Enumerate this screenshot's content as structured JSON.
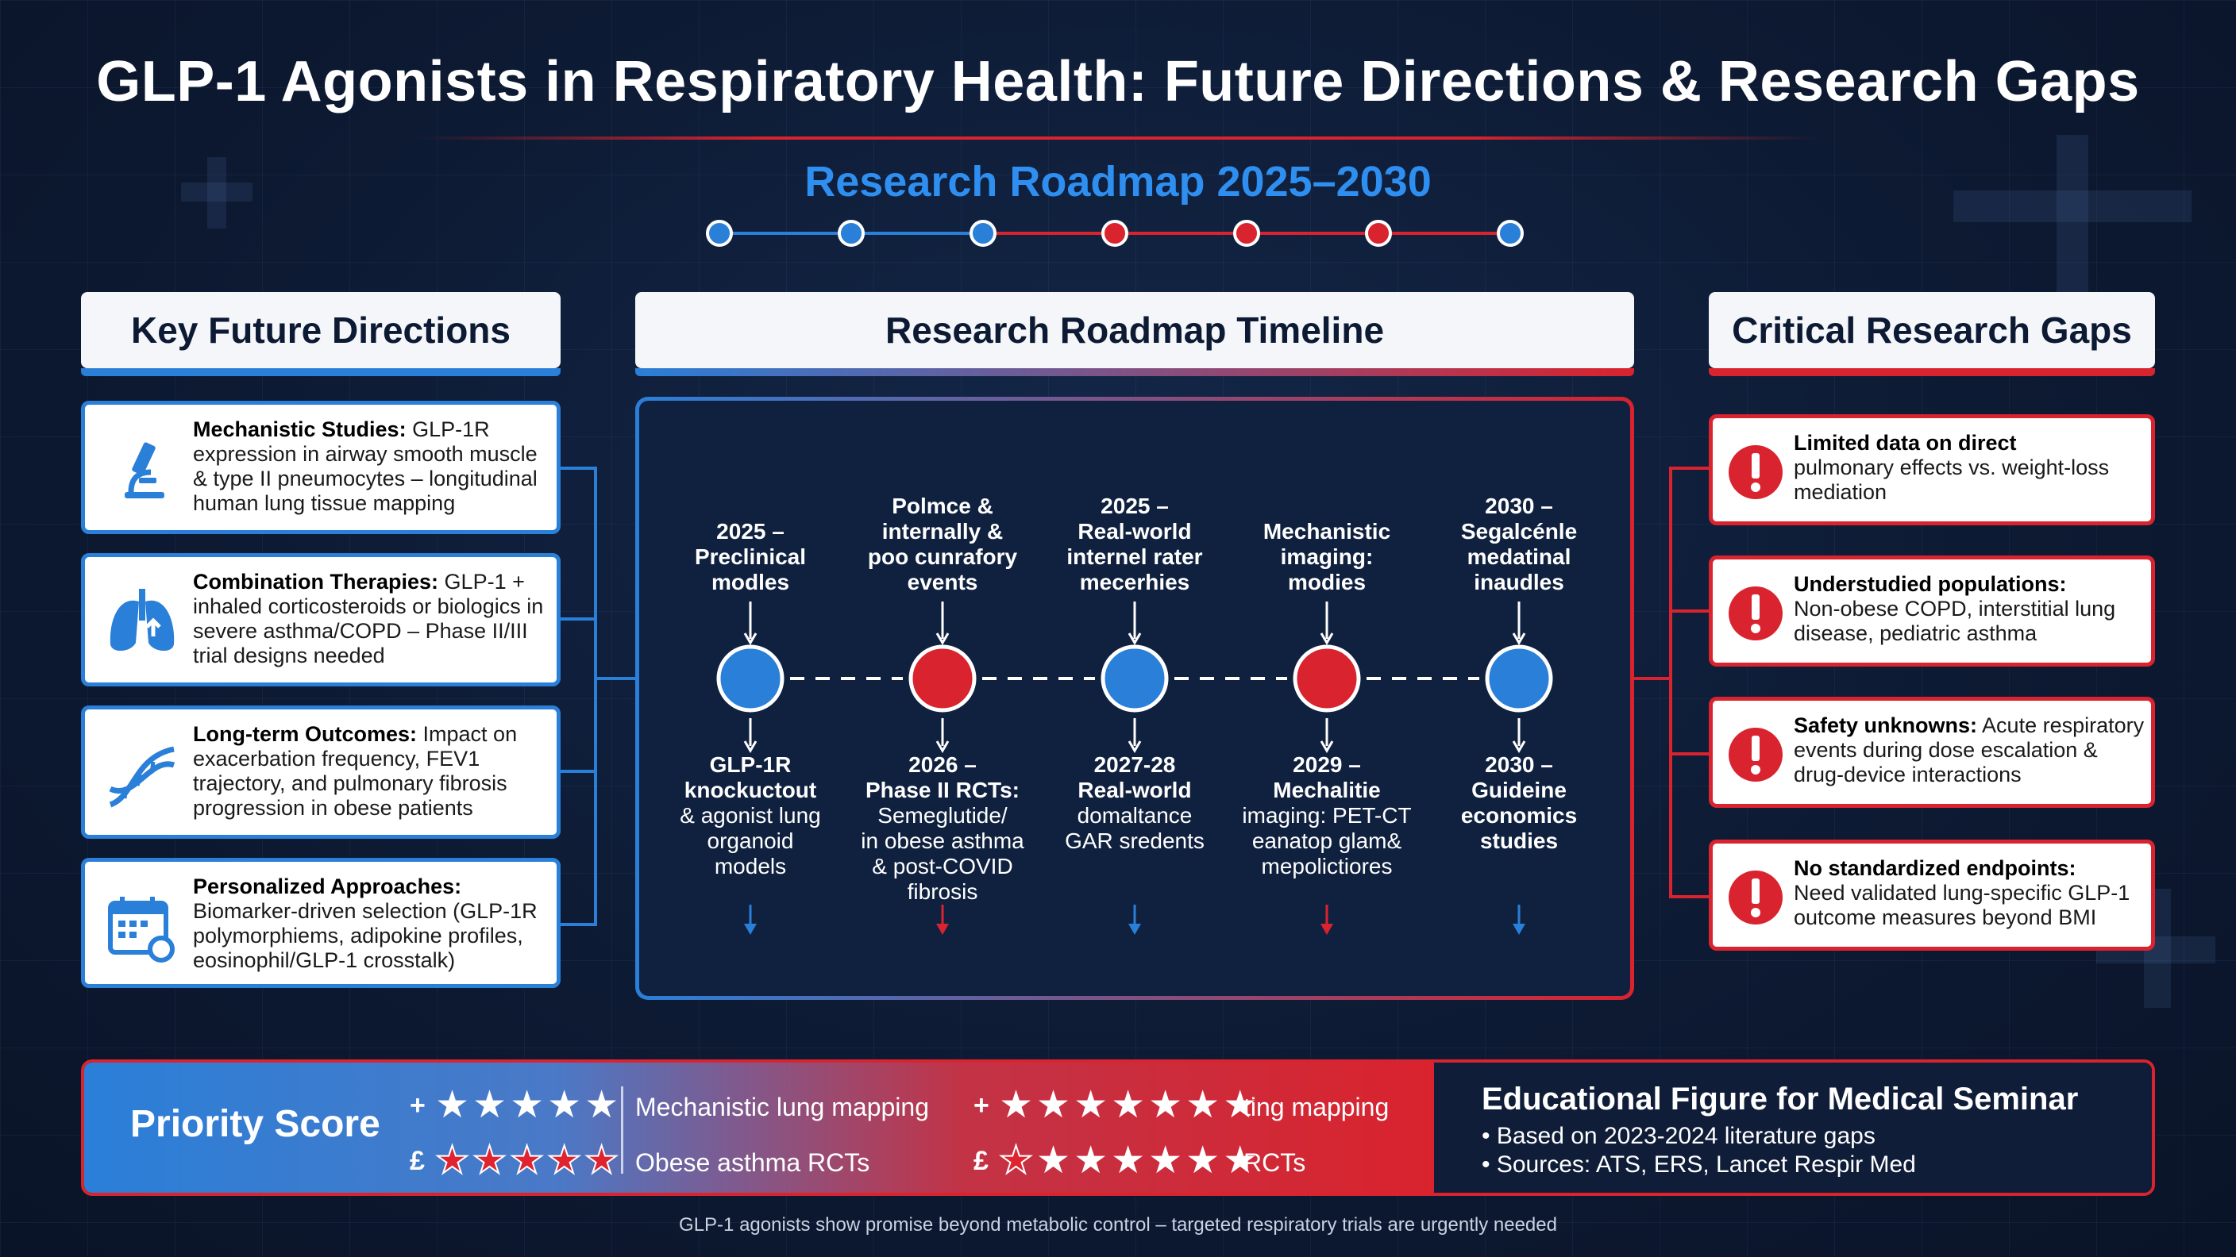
{
  "title": "GLP-1 Agonists in Respiratory Health: Future Directions & Research Gaps",
  "roadmap_title": "Research Roadmap 2025–2030",
  "progress_dots": [
    "#2a7fd8",
    "#2a7fd8",
    "#2a7fd8",
    "#d9232e",
    "#d9232e",
    "#d9232e",
    "#2a7fd8"
  ],
  "sections": {
    "left": "Key Future Directions",
    "center": "Research Roadmap Timeline",
    "right": "Critical Research Gaps"
  },
  "directions": [
    {
      "icon": "microscope-icon",
      "title": "Mechanistic Studies:",
      "body": "GLP-1R expression in airway smooth muscle & type II pneumocytes – longitudinal human lung tissue mapping"
    },
    {
      "icon": "lungs-icon",
      "title": "Combination Therapies:",
      "body": "GLP-1 + inhaled corticosteroids or biologics in severe asthma/COPD – Phase II/III trial designs needed"
    },
    {
      "icon": "dna-icon",
      "title": "Long-term Outcomes:",
      "body": "Impact on exacerbation frequency, FEV1 trajectory, and pulmonary fibrosis progression in obese patients"
    },
    {
      "icon": "calendar-icon",
      "title": "Personalized Approaches:",
      "body": "Biomarker-driven selection (GLP-1R polymorphiems, adipokine profiles, eosinophil/GLP-1 crosstalk)"
    }
  ],
  "timeline": [
    {
      "color": "#2a7fd8",
      "top": [
        "2025 –",
        "Preclinical",
        "modles"
      ],
      "bottom_bold": [
        "GLP-1R",
        "knockuctout"
      ],
      "bottom": [
        "& agonist lung",
        "organoid",
        "models"
      ]
    },
    {
      "color": "#d9232e",
      "top": [
        "Polmce &",
        "internally &",
        "poo cunrafory",
        "events"
      ],
      "bottom_bold": [
        "2026 –",
        "Phase II RCTs:"
      ],
      "bottom": [
        "Semeglutide/",
        "in obese asthma",
        "& post-COVID",
        "fibrosis"
      ]
    },
    {
      "color": "#2a7fd8",
      "top": [
        "2025 –",
        "Real-world",
        "internel rater",
        "mecerhies"
      ],
      "bottom_bold": [
        "2027-28",
        "Real-world"
      ],
      "bottom": [
        "domaltance",
        "GAR sredents"
      ]
    },
    {
      "color": "#d9232e",
      "top": [
        "Mechanistic",
        "imaging:",
        "modies"
      ],
      "bottom_bold": [
        "2029 –",
        "Mechalitie"
      ],
      "bottom": [
        "imaging: PET-CT",
        "eanatop glam&",
        "mepolictiores"
      ]
    },
    {
      "color": "#2a7fd8",
      "top": [
        "2030 –",
        "Segalcénle",
        "medatinal",
        "inaudles"
      ],
      "bottom_bold": [
        "2030 –",
        "Guideine",
        "economics",
        "studies"
      ],
      "bottom": []
    }
  ],
  "gaps": [
    {
      "title": "Limited data on direct",
      "body": "pulmonary effects vs. weight-loss mediation"
    },
    {
      "title": "Understudied populations:",
      "body": "Non-obese COPD, interstitial lung disease, pediatric asthma"
    },
    {
      "title": "Safety unknowns:",
      "body": "Acute respiratory events during dose escalation & drug-device interactions"
    },
    {
      "title": "No standardized endpoints:",
      "body": "Need validated lung-specific GLP-1 outcome measures beyond BMI"
    }
  ],
  "priority": {
    "label": "Priority Score",
    "rows": [
      {
        "prefix": "+",
        "stars": [
          "w",
          "w",
          "w",
          "w",
          "w"
        ],
        "text": "Mechanistic lung mapping",
        "prefix2": "+",
        "stars2": [
          "w",
          "w",
          "w",
          "w",
          "w",
          "w",
          "w"
        ],
        "text2": "ting mapping"
      },
      {
        "prefix": "£",
        "stars": [
          "r",
          "r",
          "r",
          "r",
          "r"
        ],
        "text": "Obese asthma RCTs",
        "prefix2": "£",
        "stars2": [
          "r",
          "w",
          "w",
          "w",
          "w",
          "w",
          "w"
        ],
        "text2": "RCTs"
      }
    ]
  },
  "education": {
    "title": "Educational Figure for Medical Seminar",
    "bullets": [
      "• Based on 2023-2024 literature gaps",
      "• Sources: ATS, ERS, Lancet Respir Med"
    ]
  },
  "footer": "GLP-1 agonists show promise beyond metabolic control – targeted respiratory trials are urgently needed"
}
